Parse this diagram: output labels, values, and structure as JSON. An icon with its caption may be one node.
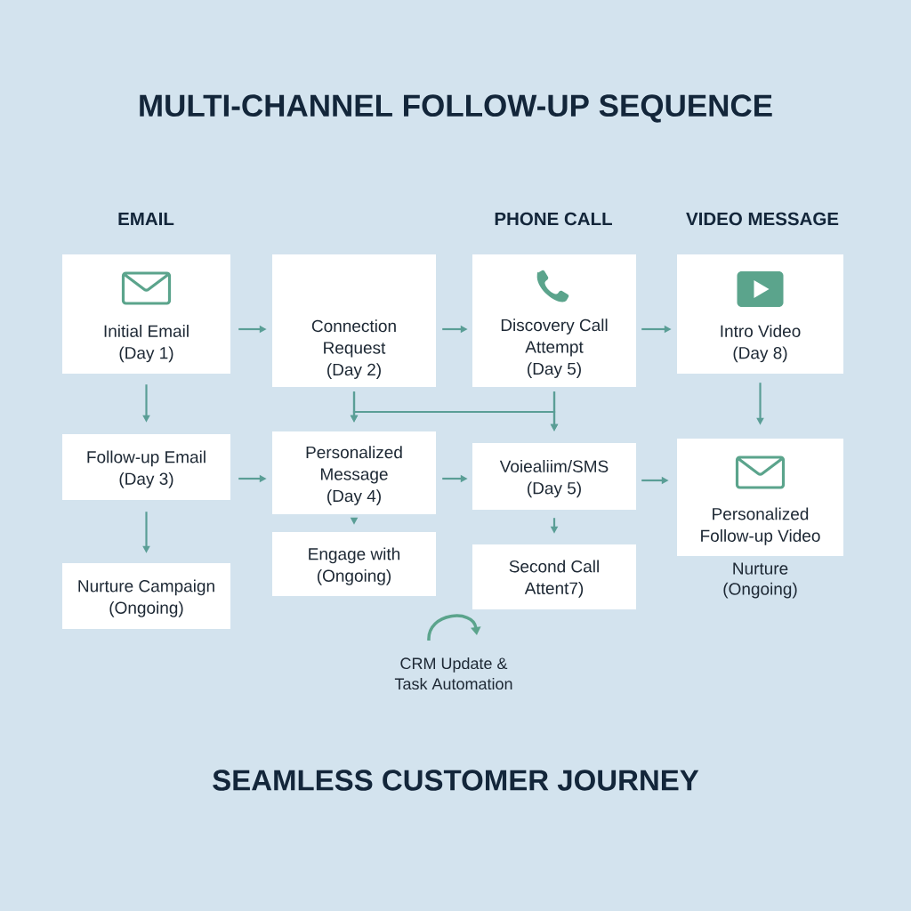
{
  "diagram": {
    "title": "MULTI-CHANNEL FOLLOW-UP SEQUENCE",
    "caption": "SEAMLESS CUSTOMER JOURNEY",
    "nodes": [
      {
        "text": [
          "Initial Email",
          "(Day 1)"
        ]
      },
      {
        "text": [
          "Connection Request",
          "(Day 2)"
        ]
      },
      {
        "text": [
          "Discovery Call Attempt",
          "(Day 5)"
        ]
      },
      {
        "text": [
          "Intro Video",
          "(Day 8)"
        ]
      },
      {
        "text": [
          "Follow-up Email",
          "(Day 3)"
        ]
      },
      {
        "text": [
          "Personalized Message",
          "(Day 4)"
        ]
      },
      {
        "text": [
          "Voiealiim/SMS",
          "(Day 5)"
        ]
      },
      {
        "text": [
          "Personalized Follow-up Video"
        ],
        "beside": [
          "Nurture (Ongoing)"
        ]
      },
      {
        "text": [
          "Nurture Campaign",
          "(Ongoing)"
        ]
      },
      {
        "text": [
          "Engage with",
          "(Ongoing)"
        ]
      },
      {
        "text": [
          "Second Call Attent7)"
        ]
      }
    ],
    "edges": [
      {
        "from": 0,
        "to": 1,
        "arrow": "to"
      },
      {
        "from": 1,
        "to": 2,
        "arrow": "to"
      },
      {
        "from": 2,
        "to": 3,
        "arrow": "to"
      },
      {
        "from": 0,
        "to": 4,
        "arrow": "to"
      },
      {
        "from": 4,
        "to": 5,
        "arrow": "to"
      },
      {
        "from": 5,
        "to": 6,
        "arrow": "to"
      },
      {
        "from": 6,
        "to": 7,
        "arrow": "to"
      },
      {
        "from": 3,
        "to": 7,
        "arrow": "to"
      },
      {
        "from": 1,
        "to": 5,
        "arrow": "to"
      },
      {
        "from": 2,
        "to": 6,
        "arrow": "to"
      },
      {
        "from": 1,
        "to": 6,
        "arrow": "to"
      },
      {
        "from": 2,
        "to": 5,
        "arrow": "to"
      },
      {
        "from": 4,
        "to": 8,
        "arrow": "to"
      },
      {
        "from": 5,
        "to": 9,
        "arrow": "to"
      },
      {
        "from": 6,
        "to": 10,
        "arrow": "to"
      }
    ],
    "labels": [
      "EMAIL",
      "PHONE CALL",
      "VIDEO MESSAGE",
      "CRM Update & Task Automation"
    ]
  }
}
